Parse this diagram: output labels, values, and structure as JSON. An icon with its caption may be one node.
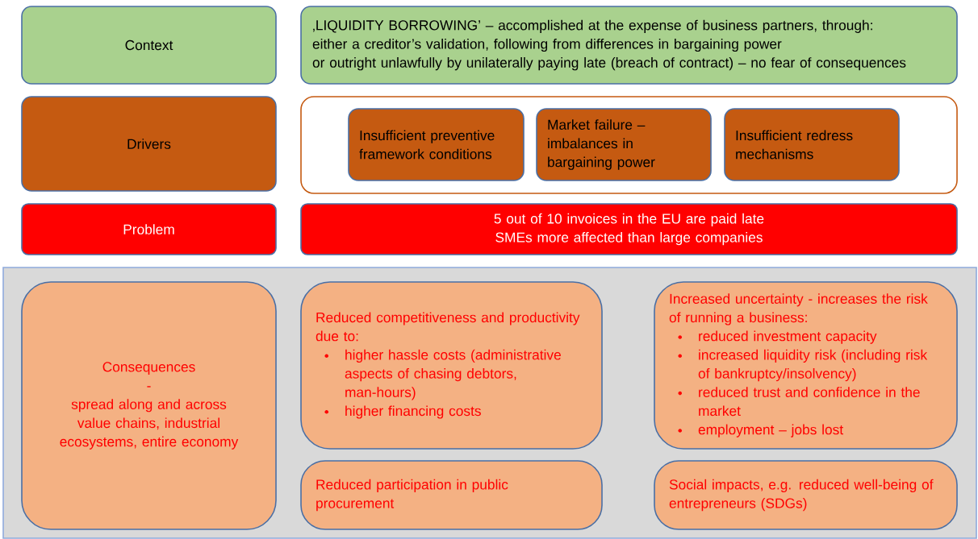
{
  "diagram": {
    "nodes": [
      {
        "text": [
          "Context"
        ]
      },
      {
        "text": [
          "‚LIQUIDITY BORROWING’ – accomplished at the expense of business partners, through:",
          "either a creditor’s validation, following from differences in bargaining power",
          "or outright unlawfully by unilaterally paying late (breach of contract) – no fear of consequences"
        ]
      },
      {
        "text": [
          "Drivers"
        ]
      },
      {
        "text": [],
        "shape": "box"
      },
      {
        "text": [
          "Insufficient preventive framework conditions"
        ],
        "in": 3
      },
      {
        "text": [
          "Market failure – imbalances in bargaining power"
        ],
        "in": 3
      },
      {
        "text": [
          "Insufficient redress mechanisms"
        ],
        "in": 3
      },
      {
        "text": [
          "Problem"
        ]
      },
      {
        "text": [
          "5 out of 10 invoices in the EU are paid late",
          "SMEs more affected than large companies"
        ]
      },
      {
        "text": [],
        "shape": "box"
      },
      {
        "text": [
          "Consequences",
          "-",
          "spread along and across value chains, industrial ecosystems, entire economy"
        ],
        "in": 9
      },
      {
        "text": [
          "Reduced competitiveness and productivity due to:",
          "higher hassle costs (administrative aspects of chasing debtors, man-hours)",
          "higher financing costs"
        ],
        "in": 9
      },
      {
        "text": [
          "Increased uncertainty - increases the risk of running a business:",
          "reduced investment capacity",
          "increased liquidity risk (including risk of bankruptcy/insolvency)",
          "reduced trust and confidence in the market",
          "employment – jobs lost"
        ],
        "in": 9
      },
      {
        "text": [
          "Reduced participation in public procurement"
        ],
        "in": 9
      },
      {
        "text": [
          "Social impacts, e.g. reduced well-being of entrepreneurs (SDGs)"
        ],
        "in": 9
      }
    ]
  }
}
